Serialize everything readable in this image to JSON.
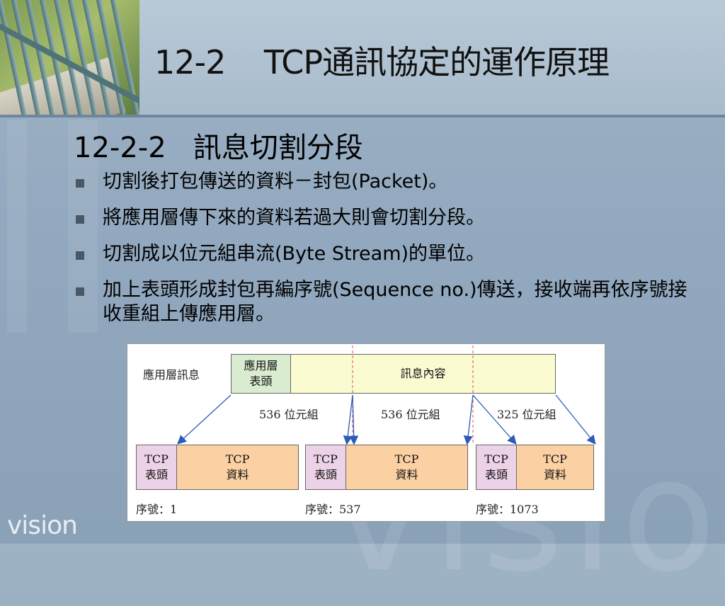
{
  "slide": {
    "title": "12-2    TCP通訊協定的運作原理",
    "subheading": "12-2-2   訊息切割分段",
    "bullets": [
      "切割後打包傳送的資料－封包(Packet)。",
      "將應用層傳下來的資料若過大則會切割分段。",
      "切割成以位元組串流(Byte Stream)的單位。",
      "加上表頭形成封包再編序號(Sequence no.)傳送，接收端再依序號接收重組上傳應用層。"
    ],
    "branding": "vision"
  },
  "diagram": {
    "app_label": "應用層訊息",
    "app_header_line1": "應用層",
    "app_header_line2": "表頭",
    "message_content": "訊息內容",
    "segment_sizes": [
      "536 位元組",
      "536 位元組",
      "325 位元組"
    ],
    "packets": [
      {
        "header_line1": "TCP",
        "header_line2": "表頭",
        "data_line1": "TCP",
        "data_line2": "資料",
        "seq": "序號：1"
      },
      {
        "header_line1": "TCP",
        "header_line2": "表頭",
        "data_line1": "TCP",
        "data_line2": "資料",
        "seq": "序號：537"
      },
      {
        "header_line1": "TCP",
        "header_line2": "表頭",
        "data_line1": "TCP",
        "data_line2": "資料",
        "seq": "序號：1073"
      }
    ],
    "colors": {
      "app_header": "#d9ecd0",
      "message": "#fbfbd2",
      "tcp_header": "#ecd2e6",
      "tcp_data": "#fbd0a3",
      "arrow": "#2b5cb8",
      "divider": "#e05050"
    }
  }
}
